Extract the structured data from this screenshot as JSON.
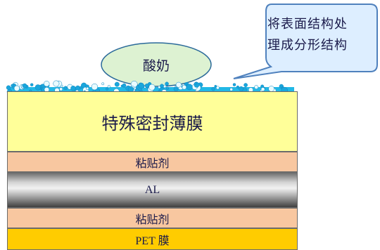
{
  "diagram": {
    "ellipse_label": "酸奶",
    "callout_lines": [
      "将表面结构处",
      "理成分形结构"
    ],
    "layers": {
      "special_film": "特殊密封薄膜",
      "adhesive_top": "粘贴剂",
      "aluminum": "AL",
      "adhesive_bottom": "粘贴剂",
      "pet_film": "PET 膜"
    }
  }
}
